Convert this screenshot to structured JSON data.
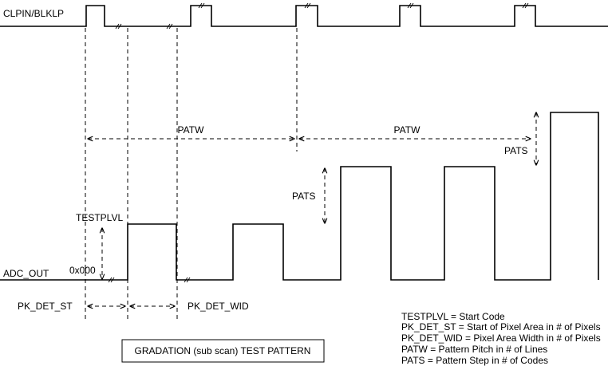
{
  "signals": {
    "clpin": "CLPIN/BLKLP",
    "adc": "ADC_OUT"
  },
  "labels": {
    "patw1": "PATW",
    "patw2": "PATW",
    "pats1": "PATS",
    "pats2": "PATS",
    "testplvl": "TESTPLVL",
    "zero": "0x000",
    "pk_det_st": "PK_DET_ST",
    "pk_det_wid": "PK_DET_WID"
  },
  "title": "GRADATION (sub scan) TEST PATTERN",
  "legend": [
    "TESTPLVL = Start Code",
    "PK_DET_ST = Start of Pixel Area  in # of Pixels",
    "PK_DET_WID = Pixel Area Width in # of Pixels",
    "PATW = Pattern Pitch in # of Lines",
    "PATS = Pattern Step in # of Codes"
  ]
}
